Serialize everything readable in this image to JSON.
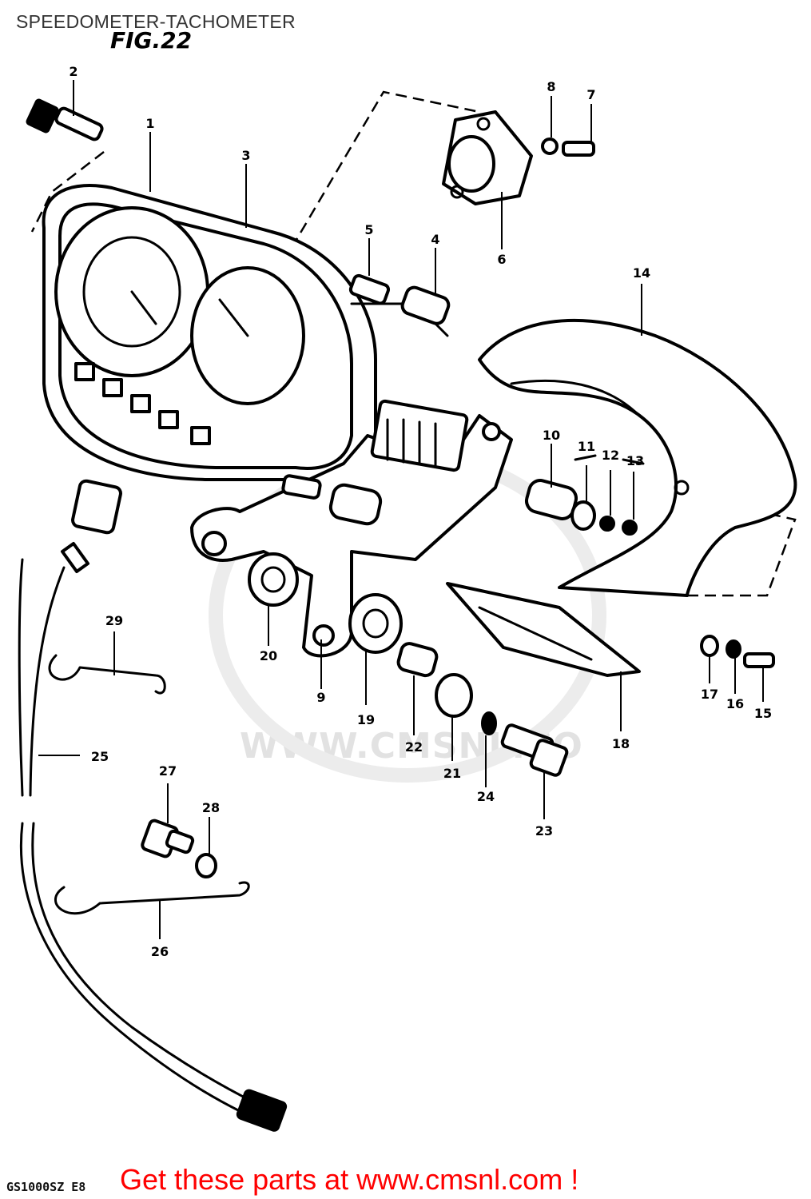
{
  "header": {
    "title": "SPEEDOMETER-TACHOMETER"
  },
  "figure": {
    "label": "FIG.22"
  },
  "watermark": {
    "text": "WWW.CMSNL.CO"
  },
  "footer": {
    "model_code": "GS1000SZ E8",
    "cta": "Get these parts at www.cmsnl.com !"
  },
  "callouts": [
    "1",
    "2",
    "3",
    "4",
    "5",
    "6",
    "7",
    "8",
    "9",
    "10",
    "11",
    "12",
    "13",
    "14",
    "15",
    "16",
    "17",
    "18",
    "19",
    "20",
    "21",
    "22",
    "23",
    "24",
    "25",
    "26",
    "27",
    "28",
    "29"
  ]
}
